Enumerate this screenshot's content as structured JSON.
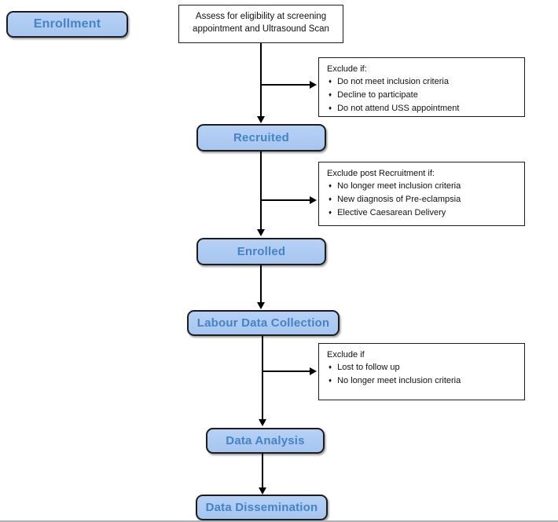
{
  "figure": {
    "phase_label": "Enrollment",
    "start_step": "Assess for eligibility at screening appointment and Ultrasound Scan",
    "stages": [
      "Recruited",
      "Enrolled",
      "Labour Data Collection",
      "Data Analysis",
      "Data Dissemination"
    ],
    "exclusions": [
      {
        "title": "Exclude if:",
        "items": [
          "Do not meet inclusion criteria",
          "Decline to participate",
          "Do not attend USS appointment"
        ]
      },
      {
        "title": "Exclude post Recruitment if:",
        "items": [
          "No longer meet inclusion criteria",
          "New diagnosis of Pre-eclampsia",
          "Elective Caesarean Delivery"
        ]
      },
      {
        "title": "Exclude if",
        "items": [
          "Lost to follow up",
          "No longer meet inclusion criteria"
        ]
      }
    ],
    "bullet_glyph": "♦",
    "colors": {
      "stage_fill": "#abc8f0",
      "stage_text": "#4583c6",
      "stage_border": "#1c1c1c",
      "exclude_border": "#1c1c1c",
      "arrow": "#000000"
    }
  }
}
